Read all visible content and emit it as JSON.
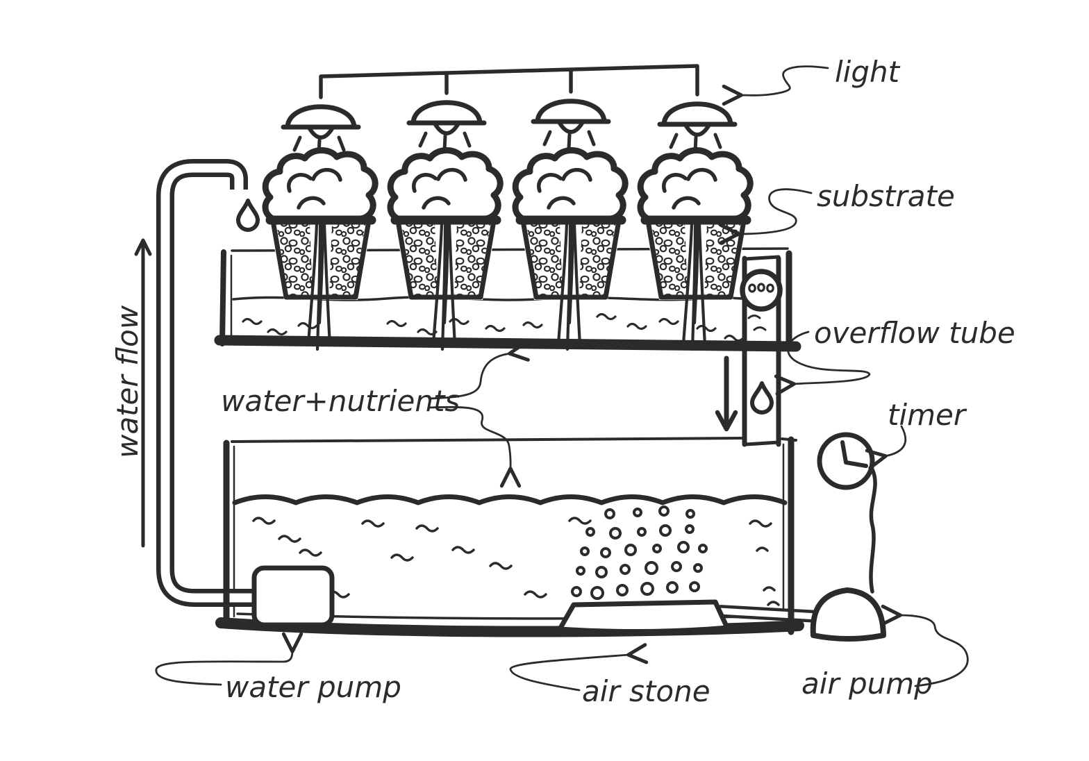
{
  "colors": {
    "ink": "#2b2b2b",
    "background": "#ffffff"
  },
  "labels": {
    "light": "light",
    "substrate": "substrate",
    "overflow_tube": "overflow tube",
    "timer": "timer",
    "water_flow": "water flow",
    "water_nutrients": "water+nutrients",
    "water_pump": "water pump",
    "air_stone": "air stone",
    "air_pump": "air pump"
  }
}
